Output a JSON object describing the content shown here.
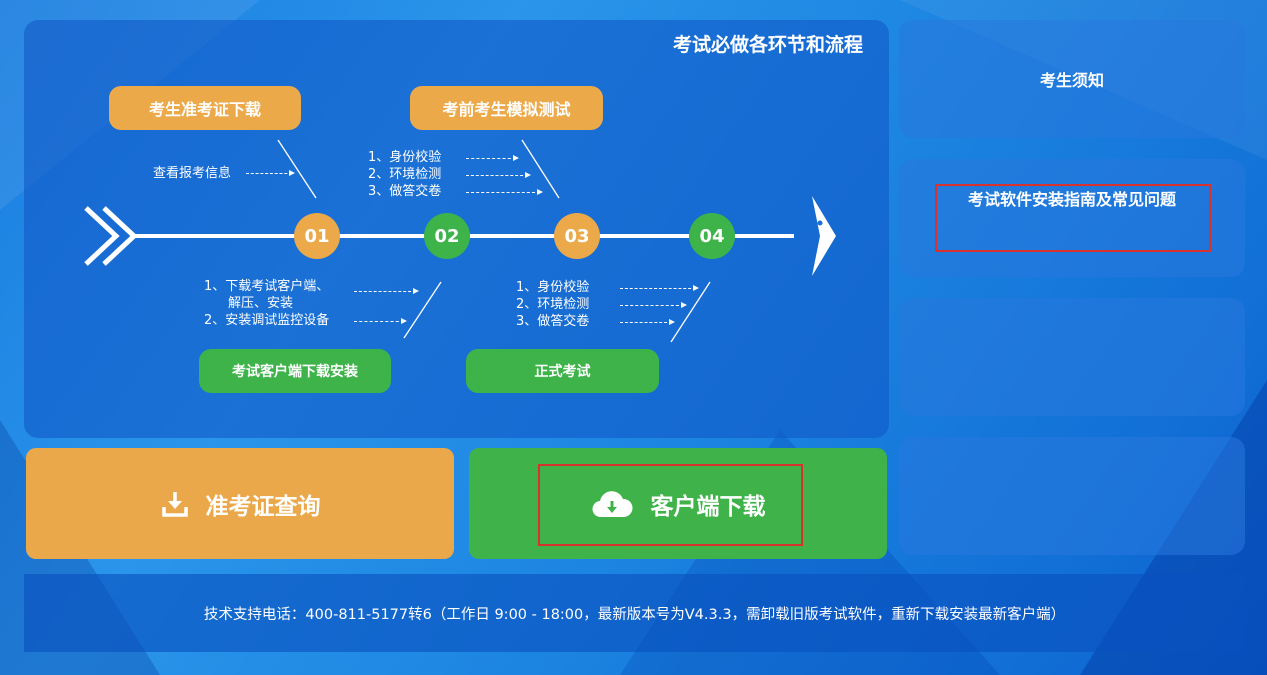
{
  "flow": {
    "title": "考试必做各环节和流程",
    "step_top_left": "考生准考证下载",
    "step_top_right": "考前考生模拟测试",
    "step_bottom_left": "考试客户端下载安装",
    "step_bottom_right": "正式考试",
    "note_view_info": "查看报考信息",
    "note_mock": [
      "1、身份校验",
      "2、环境检测",
      "3、做答交卷"
    ],
    "note_install": [
      "1、下载考试客户端、",
      "解压、安装",
      "2、安装调试监控设备"
    ],
    "note_exam": [
      "1、身份校验",
      "2、环境检测",
      "3、做答交卷"
    ],
    "circles": [
      "01",
      "02",
      "03",
      "04"
    ]
  },
  "side": {
    "notice": "考生须知",
    "guide": "考试软件安装指南及常见问题"
  },
  "buttons": {
    "admission_query": "准考证查询",
    "client_download": "客户端下载"
  },
  "footer": {
    "text": "技术支持电话：400-811-5177转6（工作日 9:00 - 18:00，最新版本号为V4.3.3，需卸载旧版考试软件，重新下载安装最新客户端）"
  },
  "icons": [
    "download-tray-icon",
    "cloud-download-icon",
    "double-chevron-icon",
    "arrow-head-icon"
  ]
}
